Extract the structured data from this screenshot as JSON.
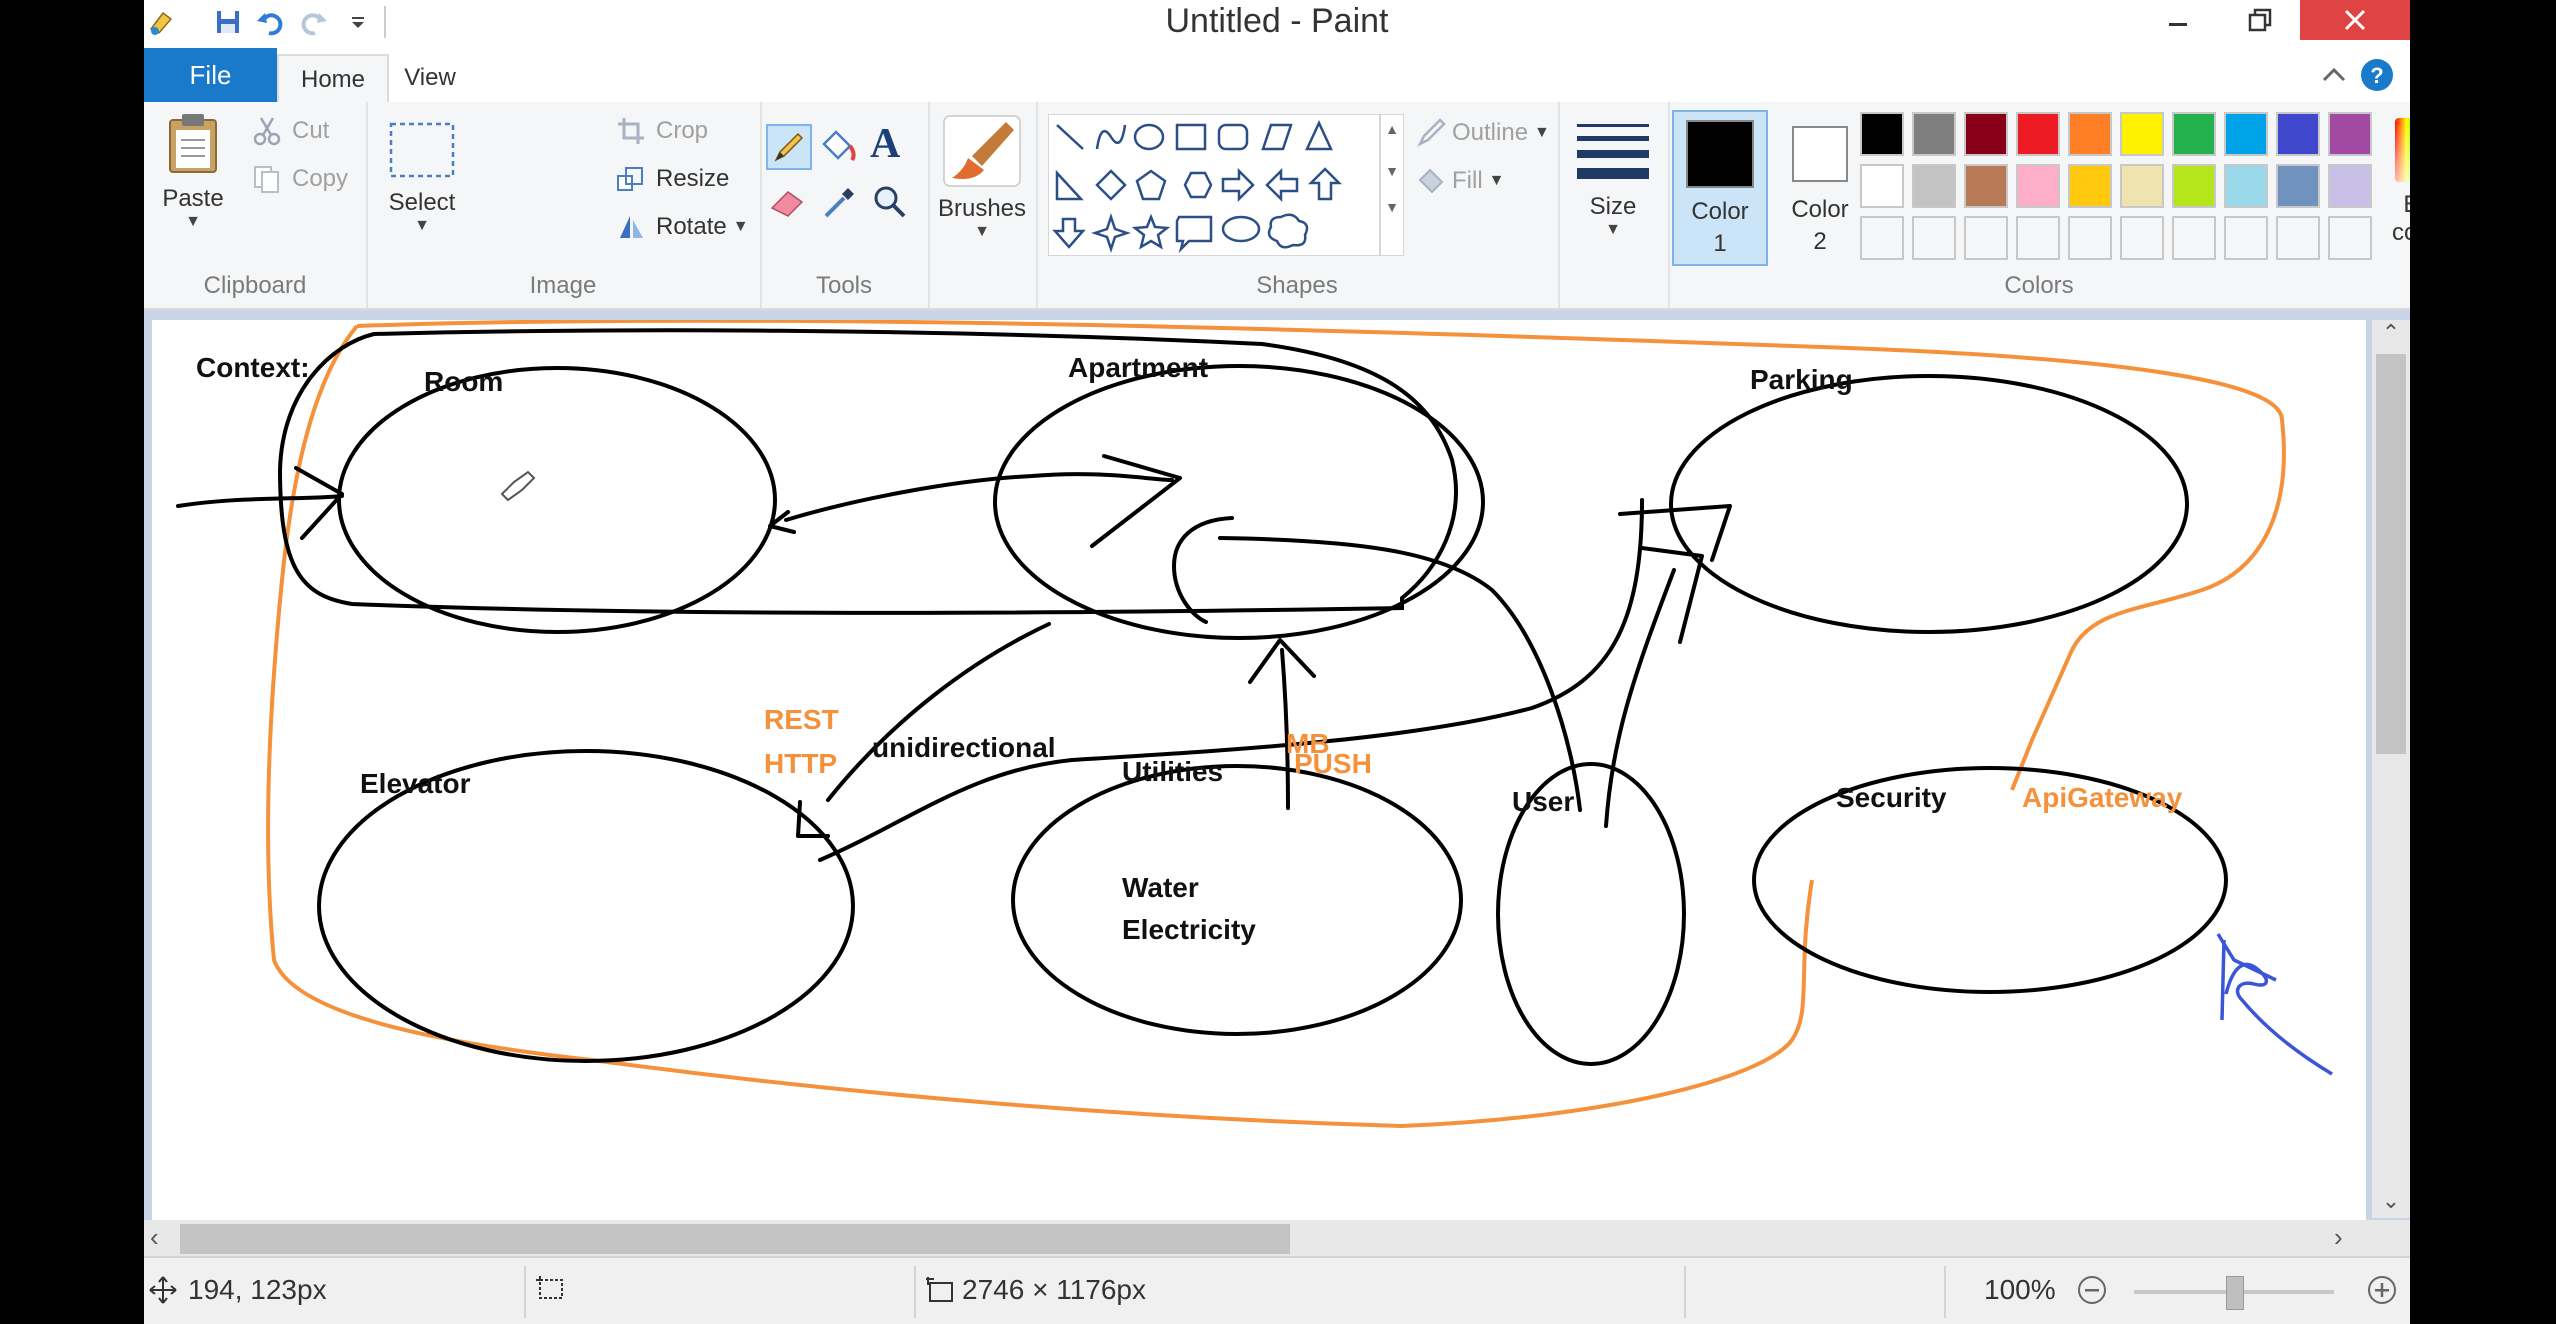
{
  "window": {
    "title": "Untitled - Paint"
  },
  "tabs": {
    "file": "File",
    "home": "Home",
    "view": "View"
  },
  "ribbon": {
    "clipboard": {
      "label": "Clipboard",
      "paste": "Paste",
      "cut": "Cut",
      "copy": "Copy"
    },
    "image": {
      "label": "Image",
      "select": "Select",
      "crop": "Crop",
      "resize": "Resize",
      "rotate": "Rotate"
    },
    "tools": {
      "label": "Tools"
    },
    "brushes": {
      "label": "Brushes"
    },
    "shapes": {
      "label": "Shapes",
      "outline": "Outline",
      "fill": "Fill"
    },
    "size": {
      "label": "Size"
    },
    "colors": {
      "label": "Colors",
      "color1_label": "Color",
      "color1_num": "1",
      "color2_label": "Color",
      "color2_num": "2",
      "edit_line1": "Edit",
      "edit_line2": "colors",
      "color1_value": "#000000",
      "color2_value": "#ffffff",
      "palette_row1": [
        "#000000",
        "#7f7f7f",
        "#880015",
        "#ed1c24",
        "#ff7f27",
        "#fff200",
        "#22b14c",
        "#00a2e8",
        "#3f48cc",
        "#a349a4"
      ],
      "palette_row2": [
        "#ffffff",
        "#c3c3c3",
        "#b97a57",
        "#ffaec9",
        "#ffc90e",
        "#efe4b0",
        "#b5e61d",
        "#99d9ea",
        "#7092be",
        "#c8bfe7"
      ]
    }
  },
  "canvas": {
    "labels": {
      "context": "Context:",
      "room": "Room",
      "apartment": "Apartment",
      "parking": "Parking",
      "elevator": "Elevator",
      "utilities": "Utilities",
      "water": "Water",
      "electricity": "Electricity",
      "user": "User",
      "security": "Security",
      "unidirectional": "unidirectional"
    },
    "annotations": {
      "rest": "REST",
      "http": "HTTP",
      "mb": "MB",
      "push": "PUSH",
      "apigateway": "ApiGateway"
    },
    "ink_colors": {
      "black": "#000000",
      "orange": "#f4913a",
      "blue": "#3a56d6"
    }
  },
  "status": {
    "cursor_pos": "194, 123px",
    "image_size": "2746 × 1176px",
    "zoom": "100%"
  }
}
